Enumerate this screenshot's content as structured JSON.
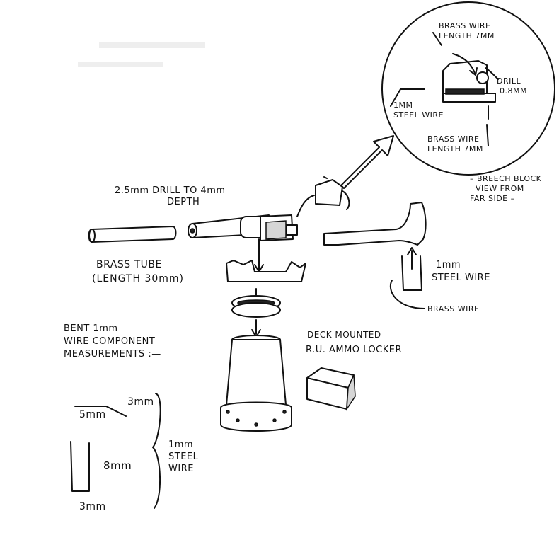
{
  "labels": {
    "brass_wire_top": [
      "BRASS WIRE",
      "LENGTH 7mm"
    ],
    "drill": [
      "DRILL",
      "0.8mm"
    ],
    "steel_wire_inset": [
      "1mm",
      "STEEL WIRE"
    ],
    "brass_wire_bottom": [
      "BRASS WIRE",
      "LENGTH 7mm"
    ],
    "breech_caption": [
      "– BREECH BLOCK",
      "VIEW FROM",
      "FAR SIDE –"
    ],
    "drill_note": [
      "2.5mm DRILL TO 4mm",
      "DEPTH"
    ],
    "brass_tube": [
      "BRASS TUBE",
      "(LENGTH 30mm)"
    ],
    "steel_wire_right": [
      "1mm",
      "STEEL WIRE"
    ],
    "brass_wire_right": "BRASS WIRE",
    "bent_wire": [
      "BENT 1mm",
      "WIRE COMPONENT",
      "MEASUREMENTS :—"
    ],
    "ammo_locker": [
      "DECK MOUNTED",
      "R.U. AMMO LOCKER"
    ],
    "dim_3mm_top": "3mm",
    "dim_5mm": "5mm",
    "dim_8mm": "8mm",
    "dim_3mm_bottom": "3mm",
    "steel_wire_bracket": [
      "1mm",
      "STEEL",
      "WIRE"
    ]
  }
}
